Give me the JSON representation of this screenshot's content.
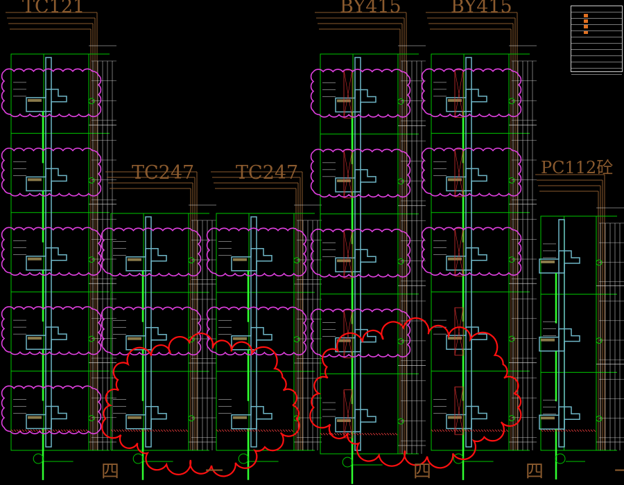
{
  "titles": {
    "tc121": "TC121",
    "tc247_a": "TC247",
    "tc247_b": "TC247",
    "by415_a": "BY415",
    "by415_b": "BY415",
    "pc112": "PC112砼"
  },
  "section_marks": {
    "m1": "四",
    "m2": "一",
    "m3": "四",
    "m4": "四",
    "m5": "一"
  },
  "colors": {
    "background": "#000000",
    "frame_brown": "#8a5a2e",
    "frame_green": "#00c800",
    "wall_cyan": "#6fb7c8",
    "revision_magenta": "#e040e0",
    "revision_red": "#ff1010",
    "dimension_white": "#e8e8e8",
    "title_brown": "#8a5a2e"
  }
}
